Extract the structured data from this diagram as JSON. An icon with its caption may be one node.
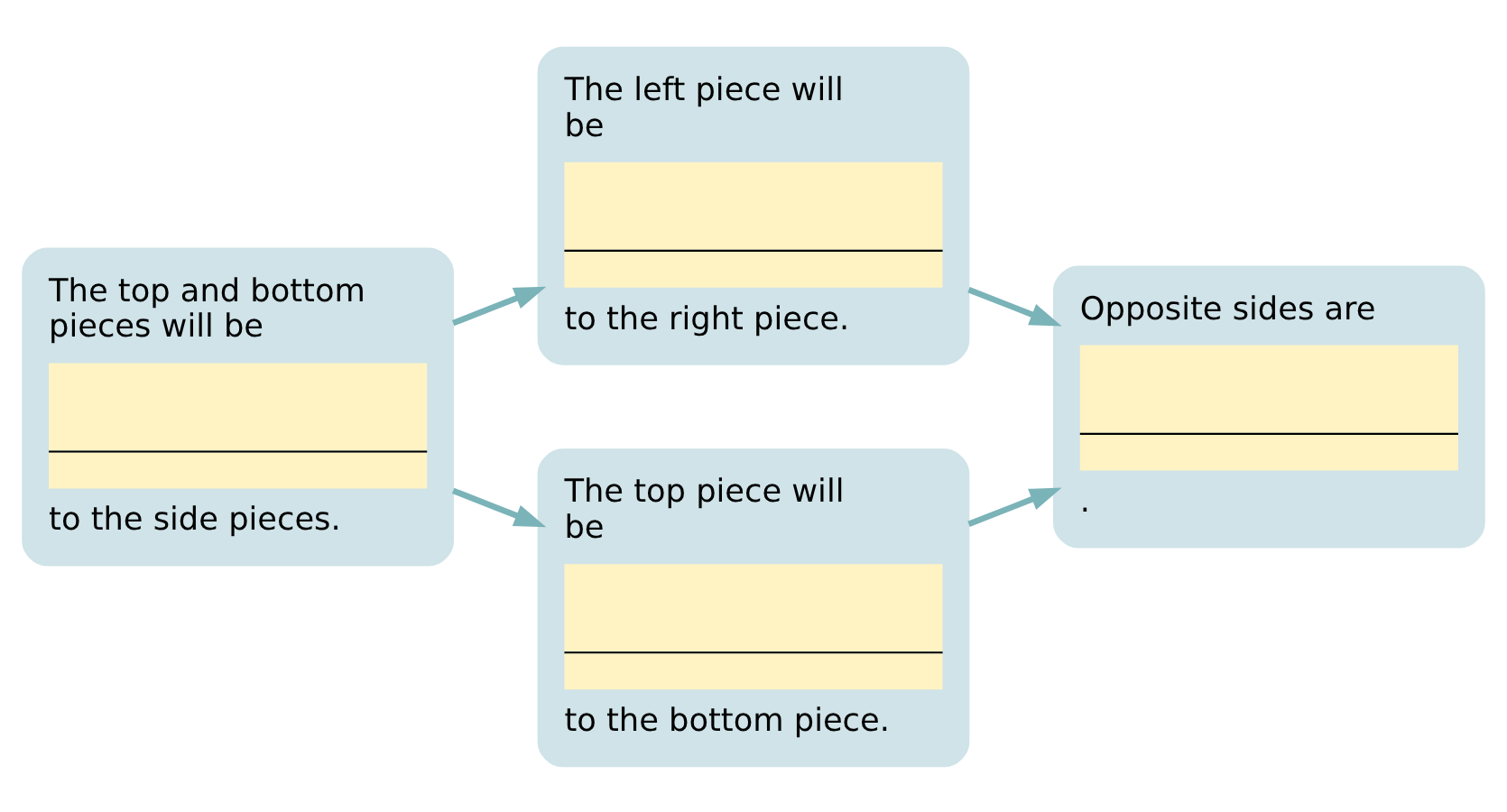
{
  "diagram": {
    "nodes": [
      {
        "text": [
          "The top and bottom pieces will be",
          "to the side pieces."
        ]
      },
      {
        "text": [
          "The left piece will be",
          "to the right piece."
        ]
      },
      {
        "text": [
          "The top piece will be",
          "to the bottom piece."
        ]
      },
      {
        "text": [
          "Opposite sides are",
          "."
        ]
      }
    ],
    "edges": [
      {
        "from": 0,
        "to": 1,
        "arrow": "to"
      },
      {
        "from": 0,
        "to": 2,
        "arrow": "to"
      },
      {
        "from": 1,
        "to": 3,
        "arrow": "to"
      },
      {
        "from": 2,
        "to": 3,
        "arrow": "to"
      }
    ]
  }
}
